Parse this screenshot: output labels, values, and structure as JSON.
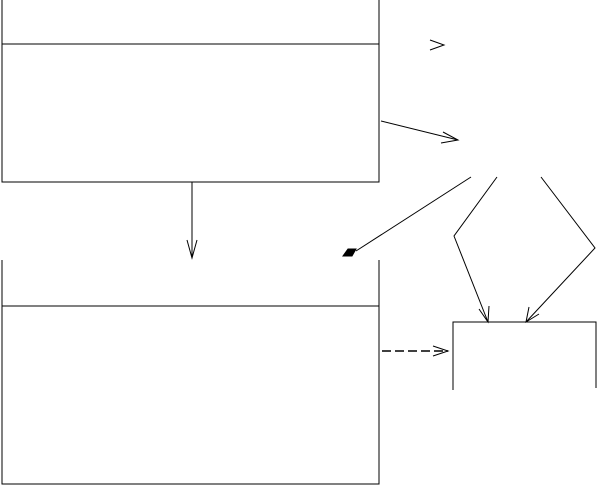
{
  "diagram": {
    "kind": "uml-class-diagram",
    "text_labels": [],
    "line_color": "#000000",
    "background_color": "#ffffff",
    "elements": {
      "classes": [
        {
          "name": "top-class",
          "compartments": 2,
          "label": ""
        },
        {
          "name": "bottom-class",
          "compartments": 2,
          "label": ""
        },
        {
          "name": "right-class",
          "compartments": 1,
          "label": ""
        }
      ],
      "relationships": [
        {
          "name": "top-to-bottom-association",
          "from": "top-class",
          "to": "bottom-class",
          "style": "solid",
          "head": "open-arrow"
        },
        {
          "name": "top-to-right-association",
          "from": "top-class",
          "to": "off-diagram",
          "style": "solid",
          "head": "open-arrow"
        },
        {
          "name": "aggregation-link",
          "from": "off-diagram",
          "to": "bottom-class",
          "style": "solid",
          "head": "filled-diamond"
        },
        {
          "name": "dependency-link",
          "from": "bottom-class",
          "to": "right-class",
          "style": "dashed",
          "head": "open-arrow"
        },
        {
          "name": "left-branch-link",
          "from": "off-diagram",
          "to": "right-class",
          "style": "solid",
          "head": "open-arrow"
        },
        {
          "name": "right-branch-link",
          "from": "off-diagram",
          "to": "right-class",
          "style": "solid",
          "head": "open-arrow"
        }
      ]
    }
  }
}
